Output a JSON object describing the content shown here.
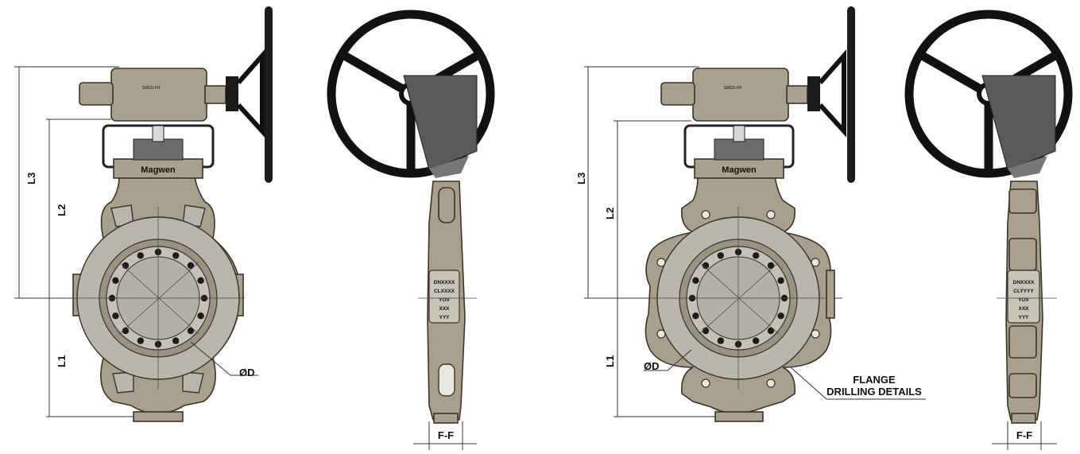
{
  "views": {
    "wafer_front": {
      "brand": "Magwen",
      "gear_label": "SMSS-FH",
      "dims": {
        "l1": "L1",
        "l2": "L2",
        "l3": "L3",
        "d": "ØD"
      }
    },
    "wafer_side": {
      "nameplate": [
        "DNXXXX",
        "CLXXXX",
        "YOV",
        "XXX",
        "YYY"
      ],
      "ff": "F-F"
    },
    "lug_front": {
      "brand": "Magwen",
      "gear_label": "SMSS-FH",
      "dims": {
        "l1": "L1",
        "l2": "L2",
        "l3": "L3",
        "d": "ØD"
      },
      "flange_note": [
        "FLANGE",
        "DRILLING DETAILS"
      ]
    },
    "lug_side": {
      "nameplate": [
        "DNXXXX",
        "CLYYYY",
        "YOV",
        "XXX",
        "YYY"
      ],
      "ff": "F-F"
    }
  },
  "colors": {
    "body": "#a8a08c",
    "face": "#b9b6ad",
    "handwheel": "#111111",
    "outline": "#3a3528"
  }
}
